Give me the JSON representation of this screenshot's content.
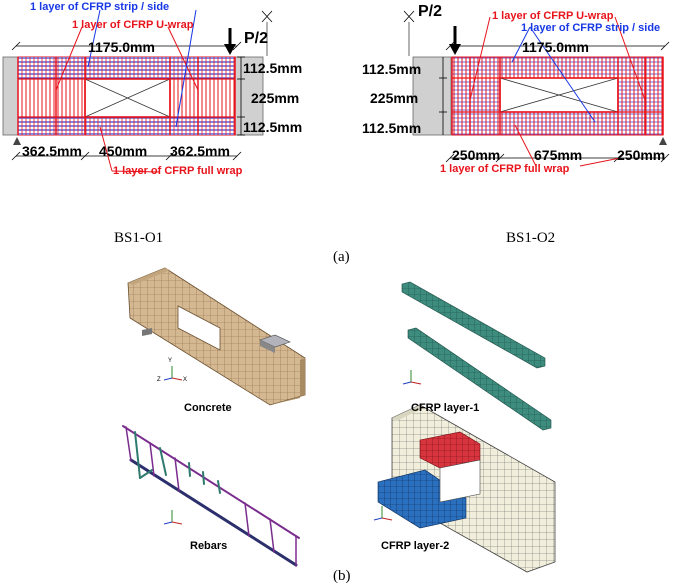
{
  "panel_a": {
    "label": "(a)",
    "left": {
      "name": "BS1-O1",
      "load": "P/2",
      "total_length": "1175.0mm",
      "strip_label": "1 layer of CFRP strip / side",
      "uwrap_label": "1 layer of CFRP U-wrap",
      "full_label": "1 layer of CFRP full wrap",
      "dim_top": "112.5mm",
      "dim_mid": "225mm",
      "dim_bot": "112.5mm",
      "seg_left": "362.5mm",
      "seg_mid": "450mm",
      "seg_right": "362.5mm"
    },
    "right": {
      "name": "BS1-O2",
      "load": "P/2",
      "total_length": "1175.0mm",
      "strip_label": "1 layer of CFRP strip / side",
      "uwrap_label": "1 layer of CFRP U-wrap",
      "full_label": "1 layer of CFRP full wrap",
      "dim_top": "112.5mm",
      "dim_mid": "225mm",
      "dim_bot": "112.5mm",
      "seg_left": "250mm",
      "seg_mid": "675mm",
      "seg_right": "250mm"
    }
  },
  "panel_b": {
    "label": "(b)",
    "concrete": "Concrete",
    "rebars": "Rebars",
    "cfrp1": "CFRP layer-1",
    "cfrp2": "CFRP layer-2",
    "axis_y": "Y",
    "axis_z": "Z",
    "axis_x": "X"
  },
  "colors": {
    "red": "#e8131b",
    "blue": "#1838e6",
    "grey": "#d0d0d0",
    "concrete": "#c9ad86",
    "cfrp_green": "#2f7a6e",
    "rebar_purple": "#7b2d8e"
  }
}
